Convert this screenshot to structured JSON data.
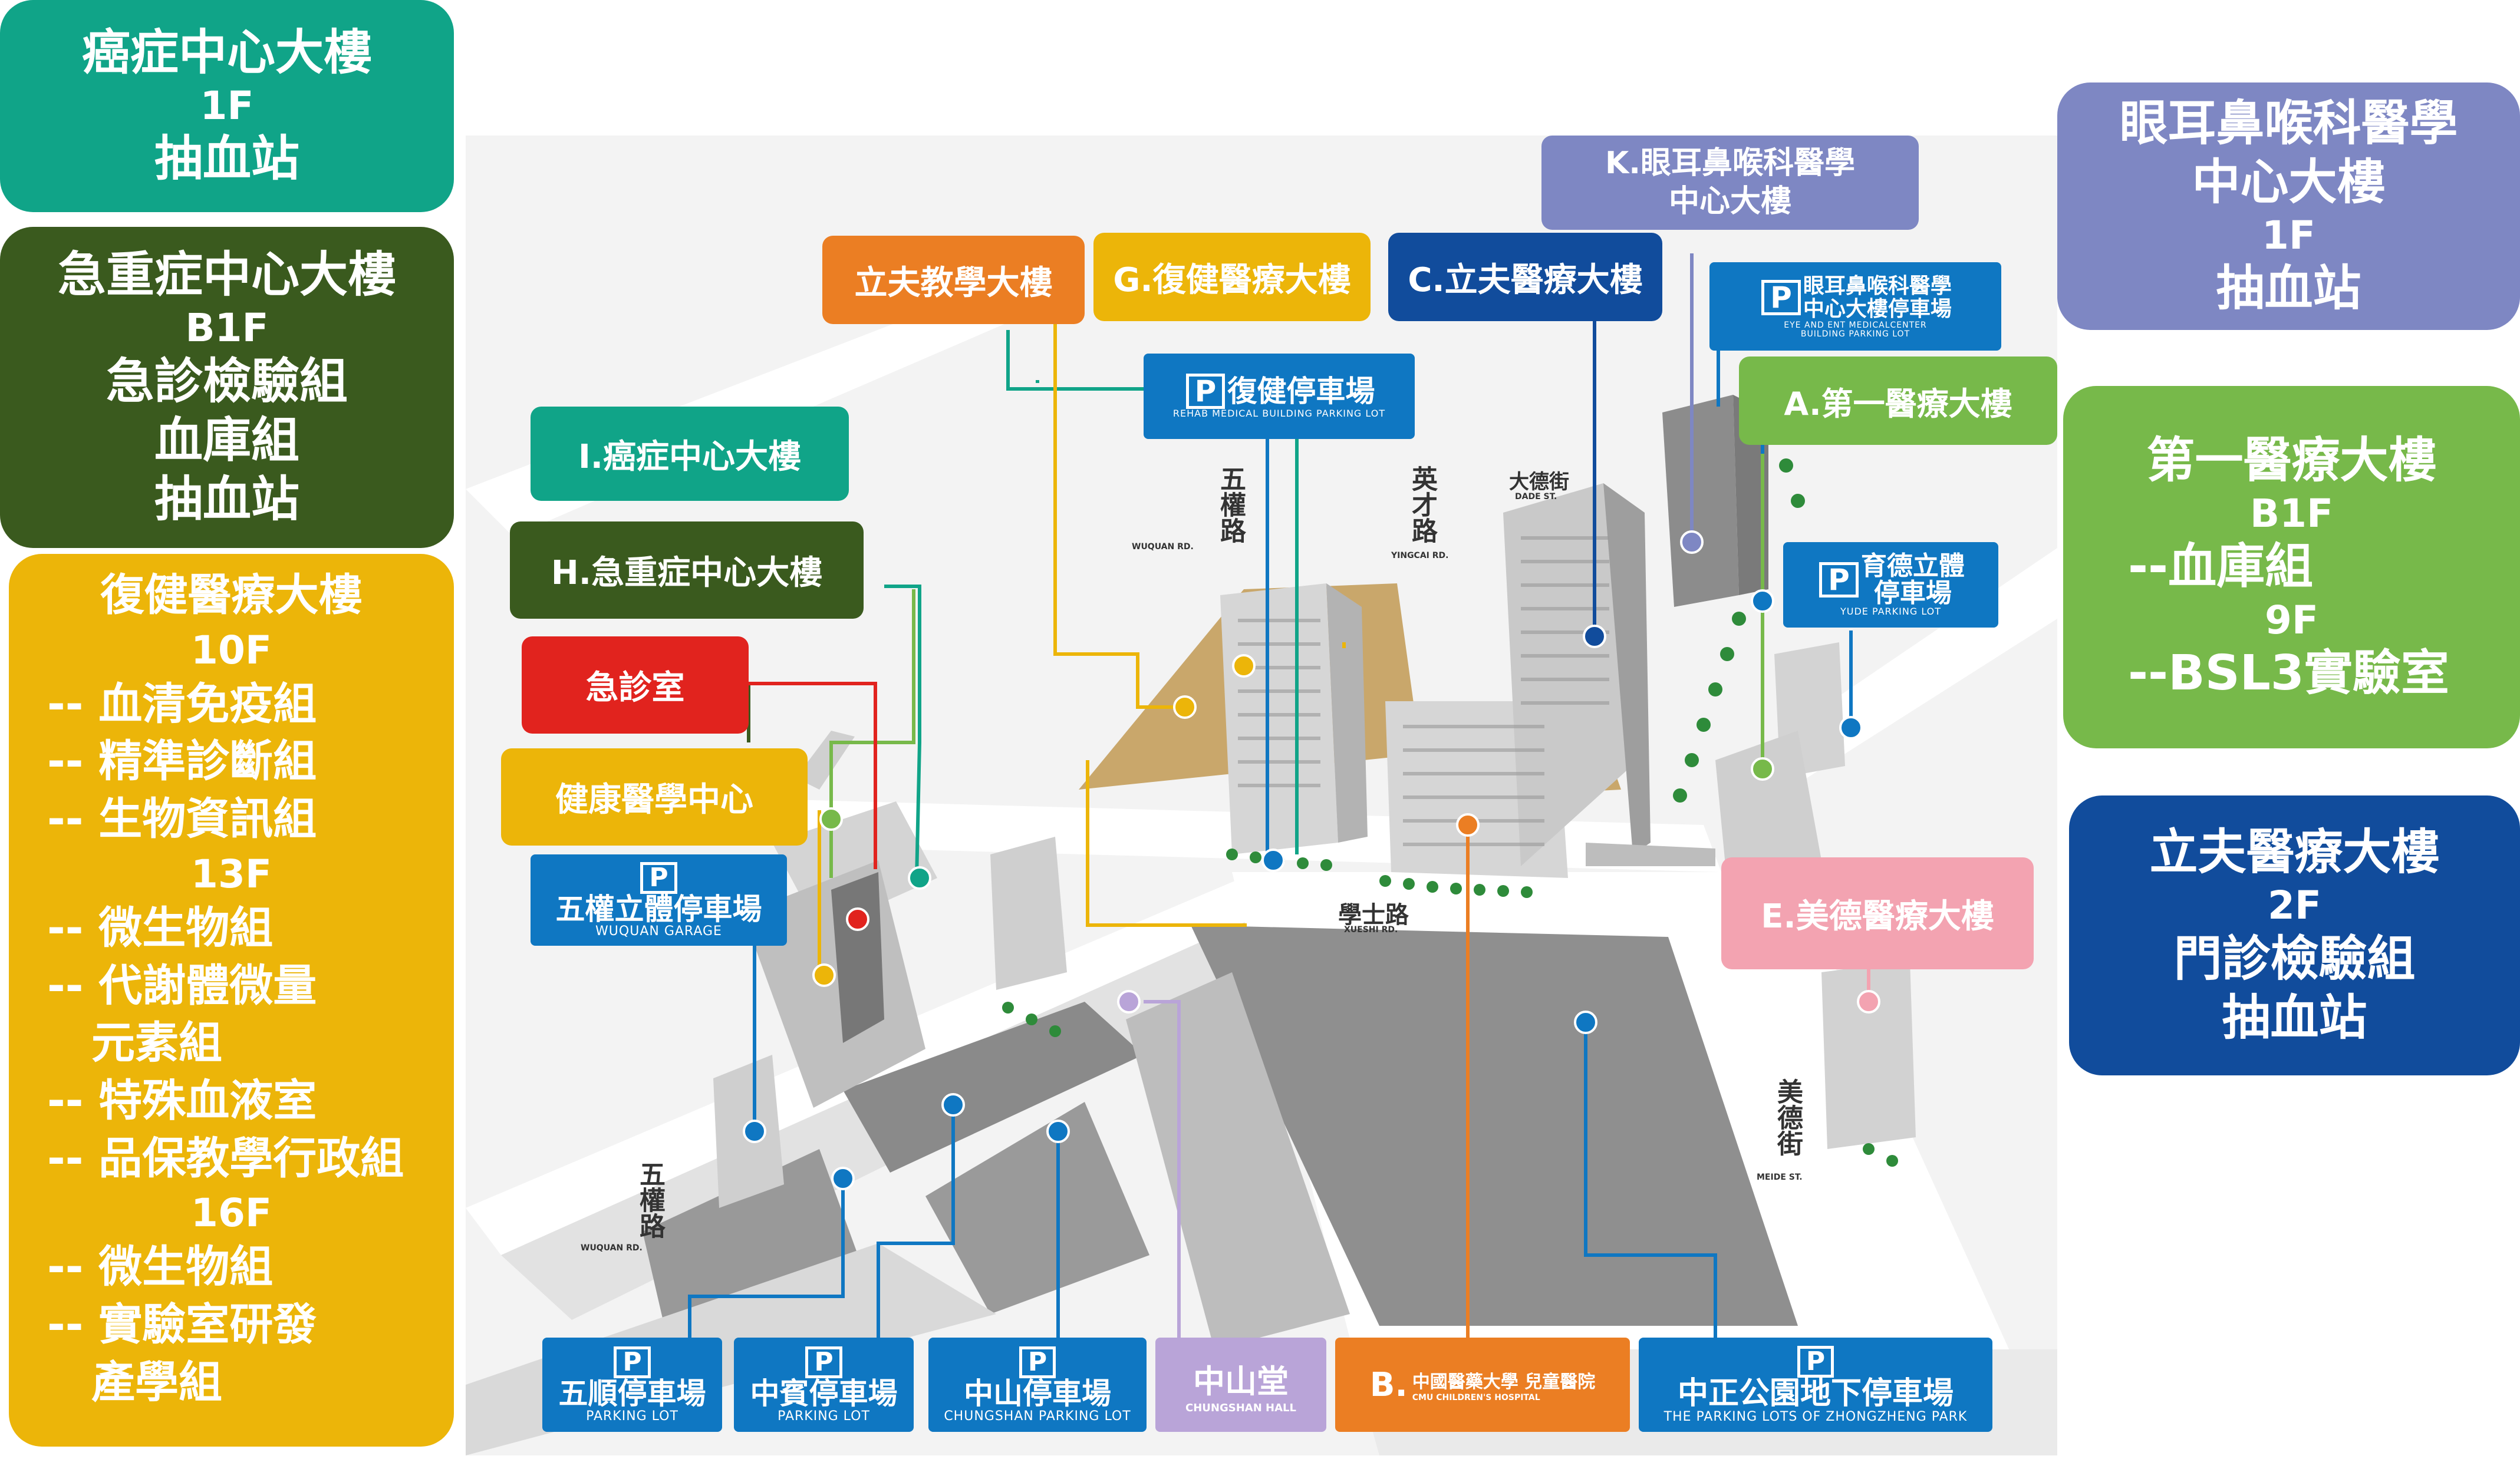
{
  "colors": {
    "teal": "#10a488",
    "darkgreen": "#3a5a1e",
    "yellow": "#ecb509",
    "orange": "#eb7e23",
    "red": "#e1231e",
    "periwinkle": "#7e87c3",
    "lightgreen": "#77b94a",
    "navy": "#114c9c",
    "blue": "#0f77c2",
    "pink": "#f3a3b1",
    "purple": "#b9a4d8"
  },
  "side_cards": {
    "cancer": {
      "title": "癌症中心大樓",
      "floor": "1F",
      "items": [
        "抽血站"
      ]
    },
    "emergency": {
      "title": "急重症中心大樓",
      "floor": "B1F",
      "items": [
        "急診檢驗組",
        "血庫組",
        "抽血站"
      ]
    },
    "rehab": {
      "title": "復健醫療大樓",
      "f10": "10F",
      "f10_items": [
        "-- 血清免疫組",
        "-- 精準診斷組",
        "-- 生物資訊組"
      ],
      "f13": "13F",
      "f13_items": [
        "-- 微生物組",
        "-- 代謝體微量",
        "元素組",
        "-- 特殊血液室",
        "-- 品保教學行政組"
      ],
      "f16": "16F",
      "f16_items": [
        "-- 微生物組",
        "-- 實驗室研發",
        "產學組"
      ]
    },
    "eye_ent": {
      "title_1": "眼耳鼻喉科醫學",
      "title_2": "中心大樓",
      "floor": "1F",
      "items": [
        "抽血站"
      ]
    },
    "first": {
      "title": "第一醫療大樓",
      "floor_1": "B1F",
      "item_1": "--血庫組",
      "floor_2": "9F",
      "item_2": "--BSL3實驗室"
    },
    "lifu": {
      "title": "立夫醫療大樓",
      "floor": "2F",
      "items": [
        "門診檢驗組",
        "抽血站"
      ]
    }
  },
  "map_labels": {
    "lifu_teaching": "立夫教學大樓",
    "g_rehab": "G.復健醫療大樓",
    "c_lifu": "C.立夫醫療大樓",
    "k_eye_1": "K.眼耳鼻喉科醫學",
    "k_eye_2": "中心大樓",
    "a_first": "A.第一醫療大樓",
    "i_cancer": "I.癌症中心大樓",
    "h_emergency": "H.急重症中心大樓",
    "er": "急診室",
    "health_center": "健康醫學中心",
    "e_meide": "E.美德醫療大樓",
    "zhongshan_hall": "中山堂",
    "zhongshan_hall_en": "CHUNGSHAN HALL",
    "b_prefix": "B.",
    "b_name": "中國醫藥大學 兒童醫院",
    "b_sub": "CMU CHILDREN'S HOSPITAL"
  },
  "parking": {
    "rehab": {
      "p": "P",
      "name": "復健停車場",
      "en": "REHAB MEDICAL BUILDING PARKING LOT"
    },
    "eye": {
      "p": "P",
      "name_1": "眼耳鼻喉科醫學",
      "name_2": "中心大樓停車場",
      "en_1": "EYE AND ENT MEDICALCENTER",
      "en_2": "BUILDING PARKING LOT"
    },
    "yude": {
      "p": "P",
      "name_1": "育德立體",
      "name_2": "停車場",
      "en": "YUDE PARKING LOT"
    },
    "wuquan": {
      "p": "P",
      "name": "五權立體停車場",
      "en": "WUQUAN GARAGE"
    },
    "wushun": {
      "p": "P",
      "name": "五順停車場",
      "en": "PARKING LOT"
    },
    "zhongbin": {
      "p": "P",
      "name": "中賓停車場",
      "en": "PARKING LOT"
    },
    "zhongshan": {
      "p": "P",
      "name": "中山停車場",
      "en": "CHUNGSHAN PARKING LOT"
    },
    "zhongzheng": {
      "p": "P",
      "name": "中正公園地下停車場",
      "en": "THE PARKING LOTS OF ZHONGZHENG PARK"
    }
  },
  "roads": {
    "wuquan_top": "五權路",
    "wuquan_top_en": "WUQUAN RD.",
    "yingcai": "英才路",
    "yingcai_en": "YINGCAI RD.",
    "yude_st": "大德街",
    "yude_st_en": "DADE ST.",
    "xueshi": "學士路",
    "xueshi_en": "XUESHI RD.",
    "meide": "美德街",
    "meide_en": "MEIDE ST.",
    "wuquan_bottom": "五權路",
    "wuquan_bottom_en": "WUQUAN RD."
  }
}
